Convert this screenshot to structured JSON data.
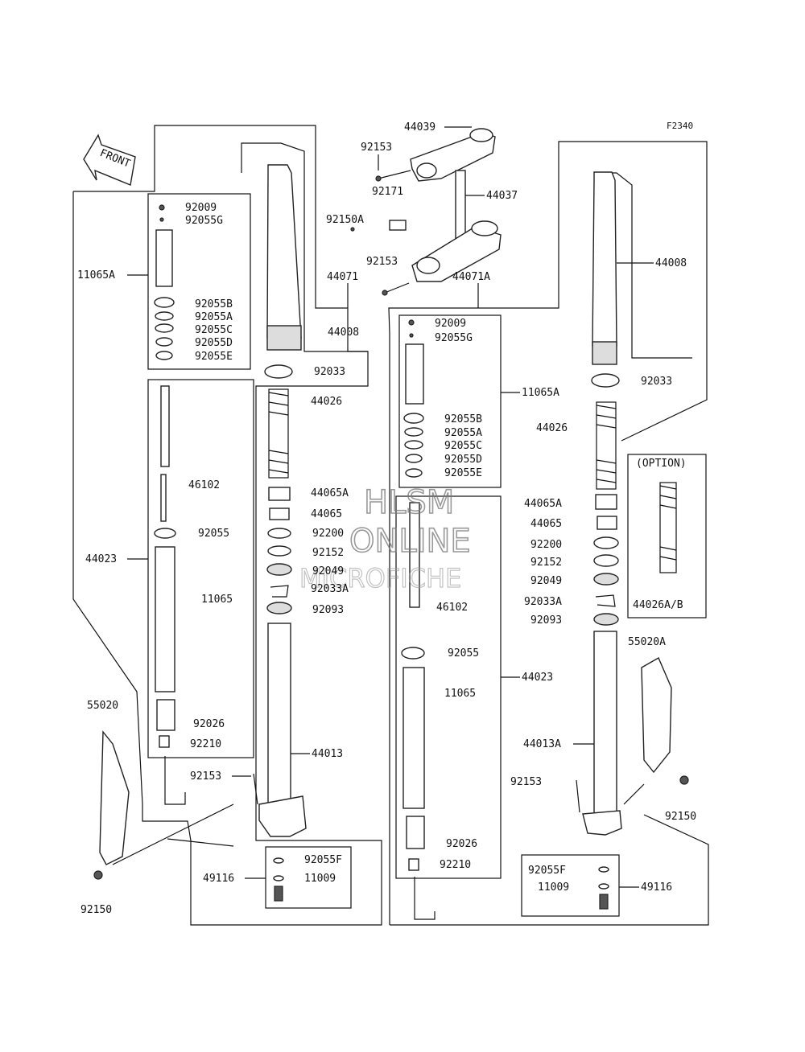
{
  "figure_code": "F2340",
  "front_label": "FRONT",
  "option_label": "(OPTION)",
  "watermark": [
    "HLSM",
    "ONLINE",
    "MICROFICHE"
  ],
  "parts": {
    "p44039": "44039",
    "p92153a": "92153",
    "p92171": "92171",
    "p44037": "44037",
    "p92150A": "92150A",
    "p92153b": "92153",
    "p44071": "44071",
    "p44071A": "44071A",
    "L92009": "92009",
    "L92055G": "92055G",
    "L11065A": "11065A",
    "L92055B": "92055B",
    "L92055A": "92055A",
    "L92055C": "92055C",
    "L92055D": "92055D",
    "L92055E": "92055E",
    "L44008": "44008",
    "L92033": "92033",
    "L44026": "44026",
    "L46102": "46102",
    "L44065A": "44065A",
    "L44065": "44065",
    "L92055": "92055",
    "L92200": "92200",
    "L44023": "44023",
    "L92152": "92152",
    "L92049": "92049",
    "L11065": "11065",
    "L92033A": "92033A",
    "L92093": "92093",
    "L92026": "92026",
    "L92210": "92210",
    "L44013": "44013",
    "L55020": "55020",
    "L92153c": "92153",
    "L92055F": "92055F",
    "L49116": "49116",
    "L11009": "11009",
    "L92150": "92150",
    "R92009": "92009",
    "R92055G": "92055G",
    "R11065A": "11065A",
    "R92055B": "92055B",
    "R92055A": "92055A",
    "R92055C": "92055C",
    "R92055D": "92055D",
    "R92055E": "92055E",
    "R44008": "44008",
    "R92033": "92033",
    "R44026": "44026",
    "R46102": "46102",
    "R44065A": "44065A",
    "R44065": "44065",
    "R92200": "92200",
    "R92152": "92152",
    "R92049": "92049",
    "R92033A": "92033A",
    "R92093": "92093",
    "R92055": "92055",
    "R44023": "44023",
    "R11065": "11065",
    "R44026AB": "44026A/B",
    "R55020A": "55020A",
    "R44013A": "44013A",
    "R92153": "92153",
    "R92150": "92150",
    "R92026": "92026",
    "R92210": "92210",
    "R92055F": "92055F",
    "R11009": "11009",
    "R49116": "49116"
  }
}
